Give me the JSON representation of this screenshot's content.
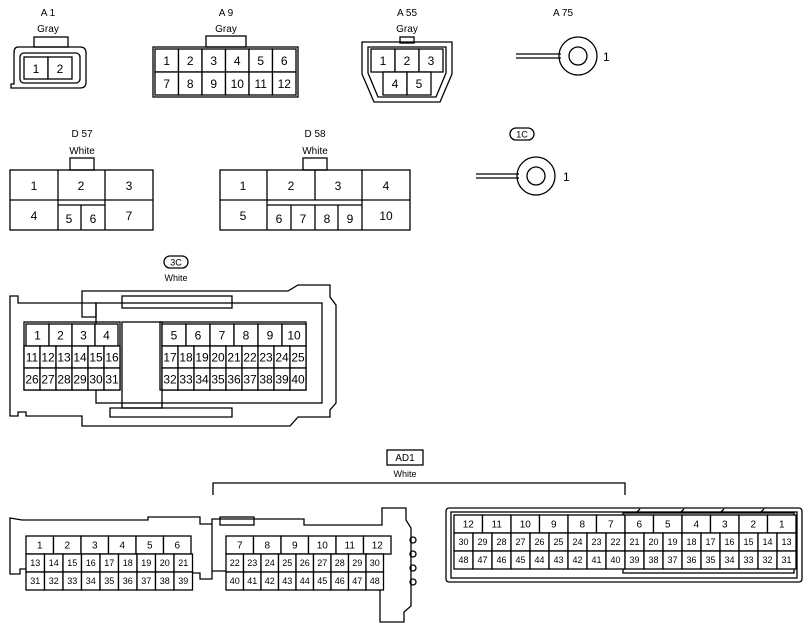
{
  "connectors": {
    "a1": {
      "code": "A 1",
      "color": "Gray",
      "pins": [
        "1",
        "2"
      ]
    },
    "a9": {
      "code": "A 9",
      "color": "Gray",
      "pins": [
        "1",
        "2",
        "3",
        "4",
        "5",
        "6",
        "7",
        "8",
        "9",
        "10",
        "11",
        "12"
      ]
    },
    "a55": {
      "code": "A 55",
      "color": "Gray",
      "pins": [
        "1",
        "2",
        "3",
        "4",
        "5"
      ]
    },
    "a75": {
      "code": "A 75",
      "pin": "1"
    },
    "d57": {
      "code": "D 57",
      "color": "White",
      "pins": [
        "1",
        "2",
        "3",
        "4",
        "5",
        "6",
        "7"
      ]
    },
    "d58": {
      "code": "D 58",
      "color": "White",
      "pins": [
        "1",
        "2",
        "3",
        "4",
        "5",
        "6",
        "7",
        "8",
        "9",
        "10"
      ]
    },
    "c1": {
      "code": "1C",
      "pin": "1"
    },
    "c3": {
      "code": "3C",
      "color": "White"
    },
    "ad1": {
      "code": "AD1",
      "color": "White"
    }
  }
}
